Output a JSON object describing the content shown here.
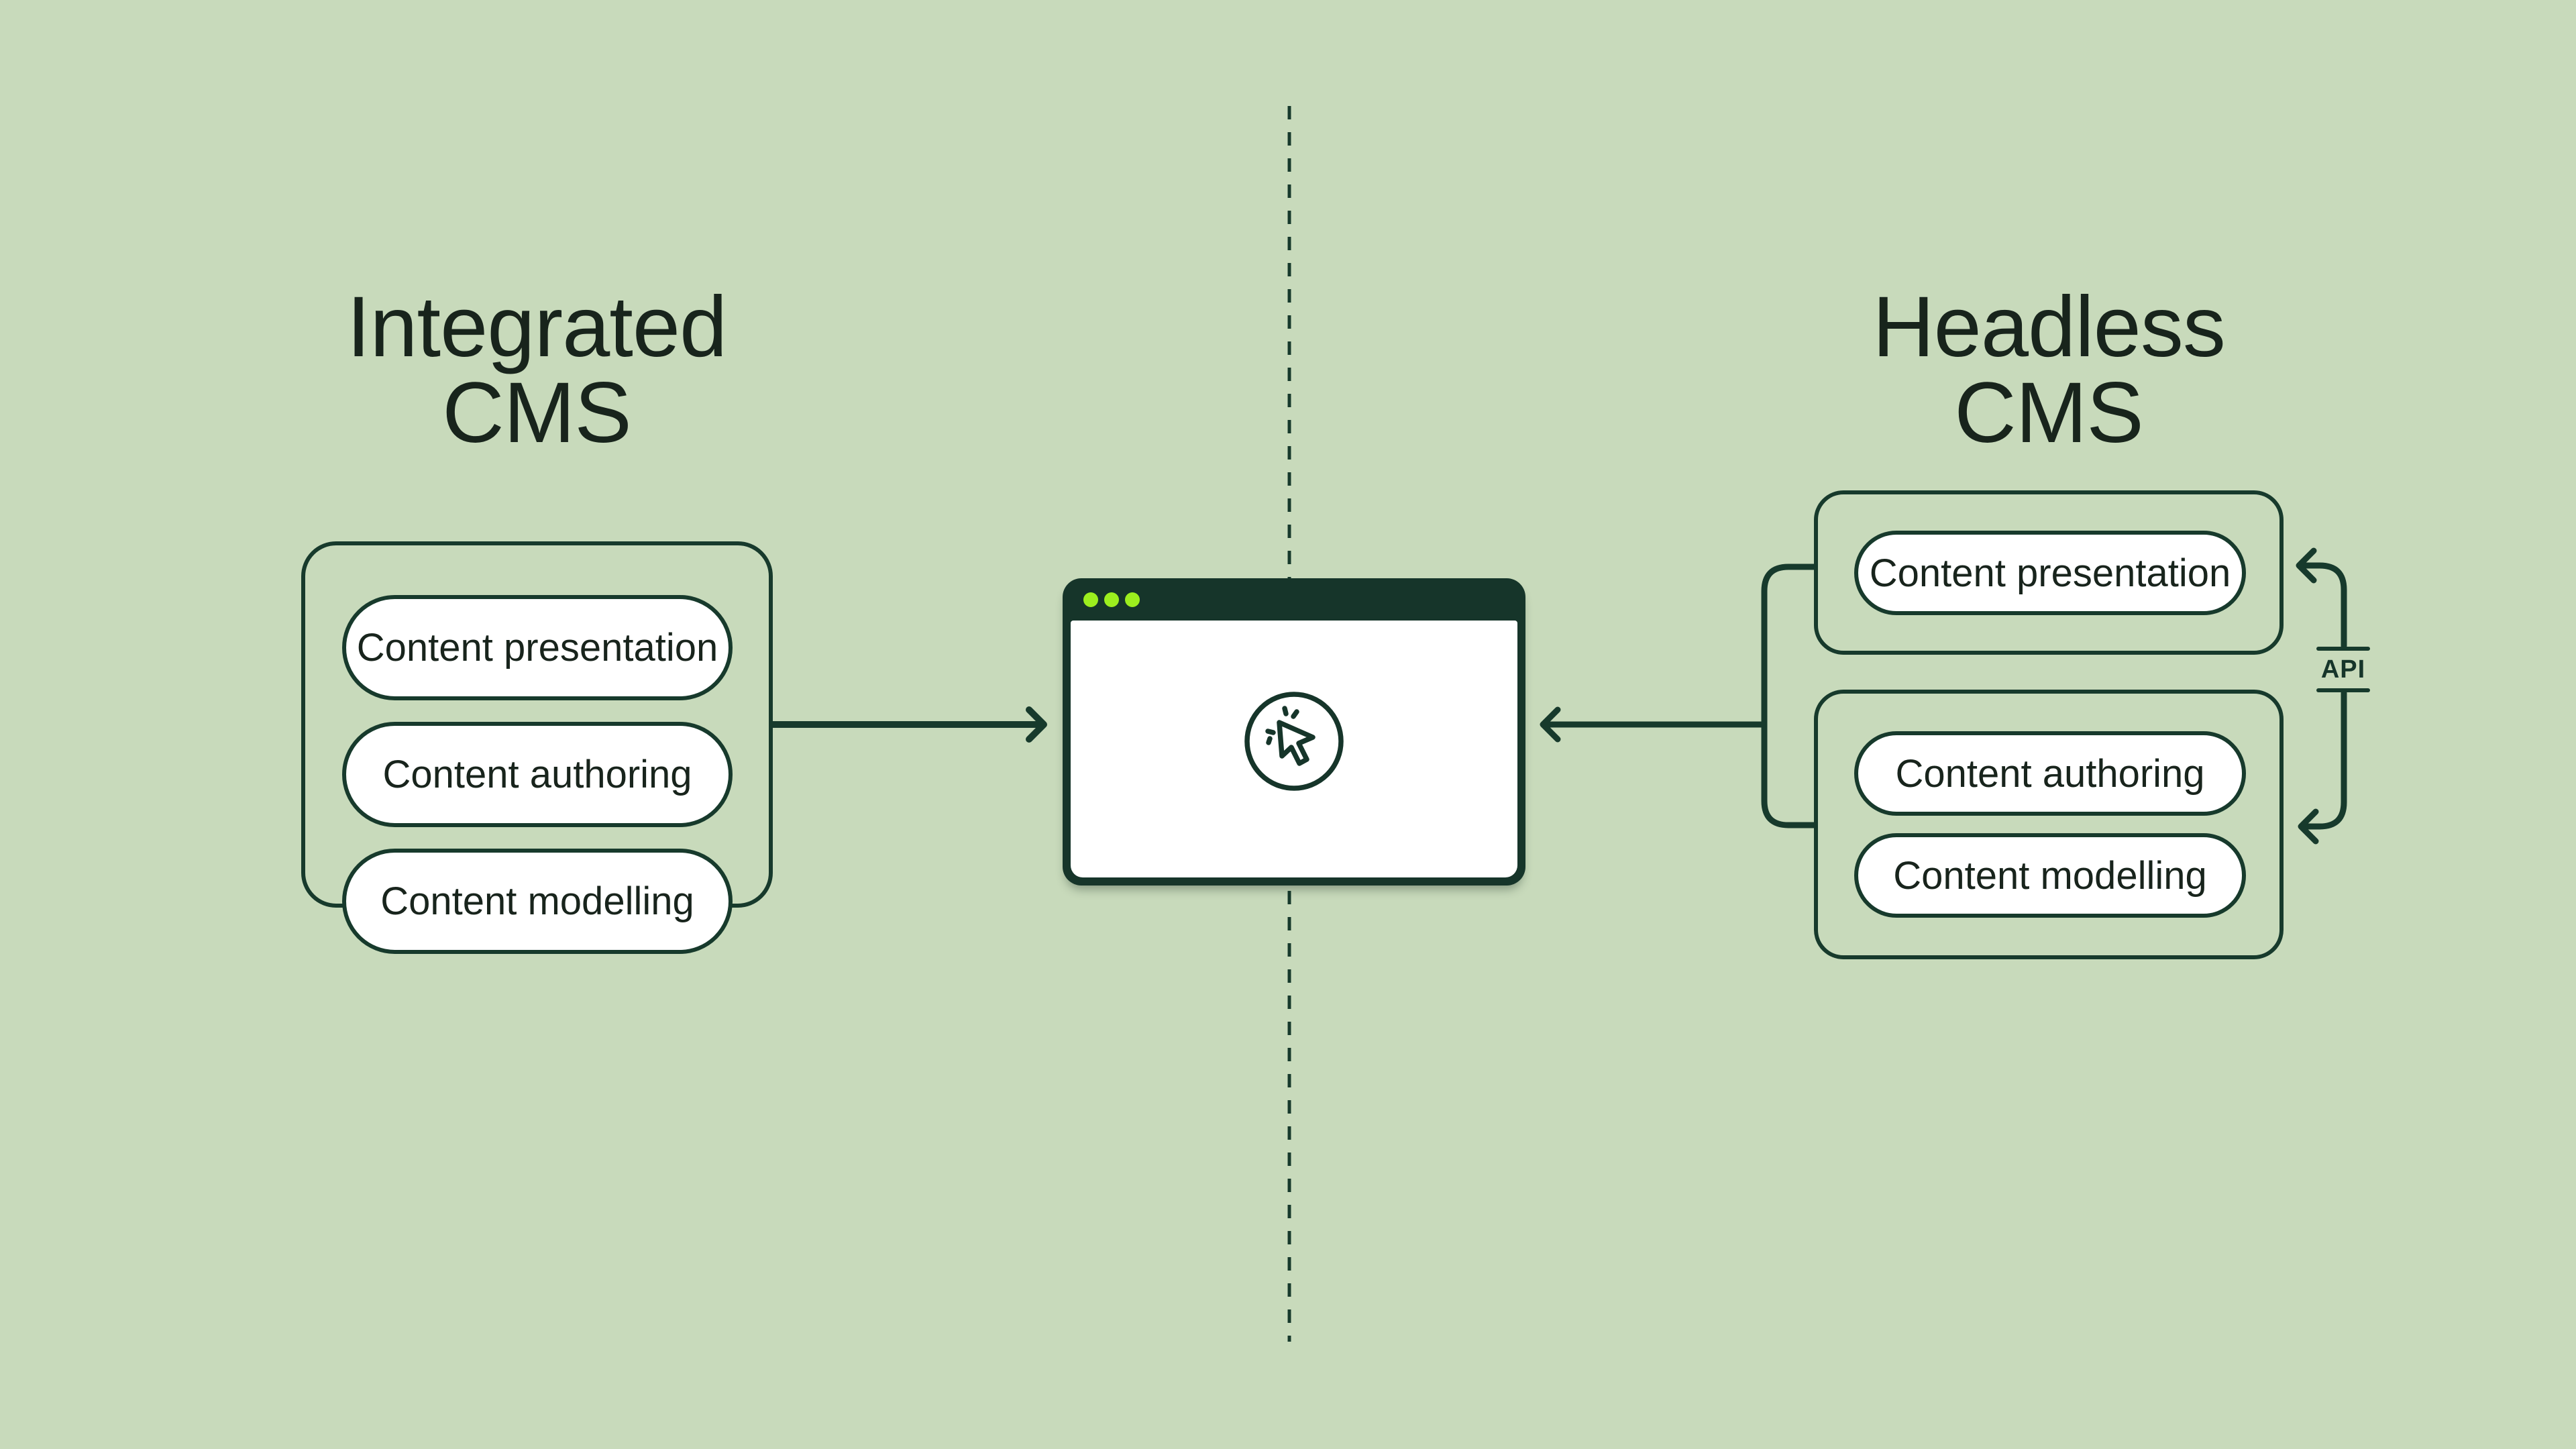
{
  "colors": {
    "background": "#c8dabb",
    "stroke_dark_green": "#173a2c",
    "window_chrome": "#16352a",
    "window_dot_lime": "#9cee1e",
    "pill_fill": "#ffffff",
    "text": "#18241c"
  },
  "left_section": {
    "title": "Integrated CMS",
    "pills": [
      "Content presentation",
      "Content authoring",
      "Content modelling"
    ]
  },
  "center": {
    "icon": "cursor-click-icon",
    "window_dots": 3
  },
  "right_section": {
    "title": "Headless CMS",
    "top_group_pills": [
      "Content presentation"
    ],
    "bottom_group_pills": [
      "Content authoring",
      "Content modelling"
    ],
    "api_label": "API"
  }
}
